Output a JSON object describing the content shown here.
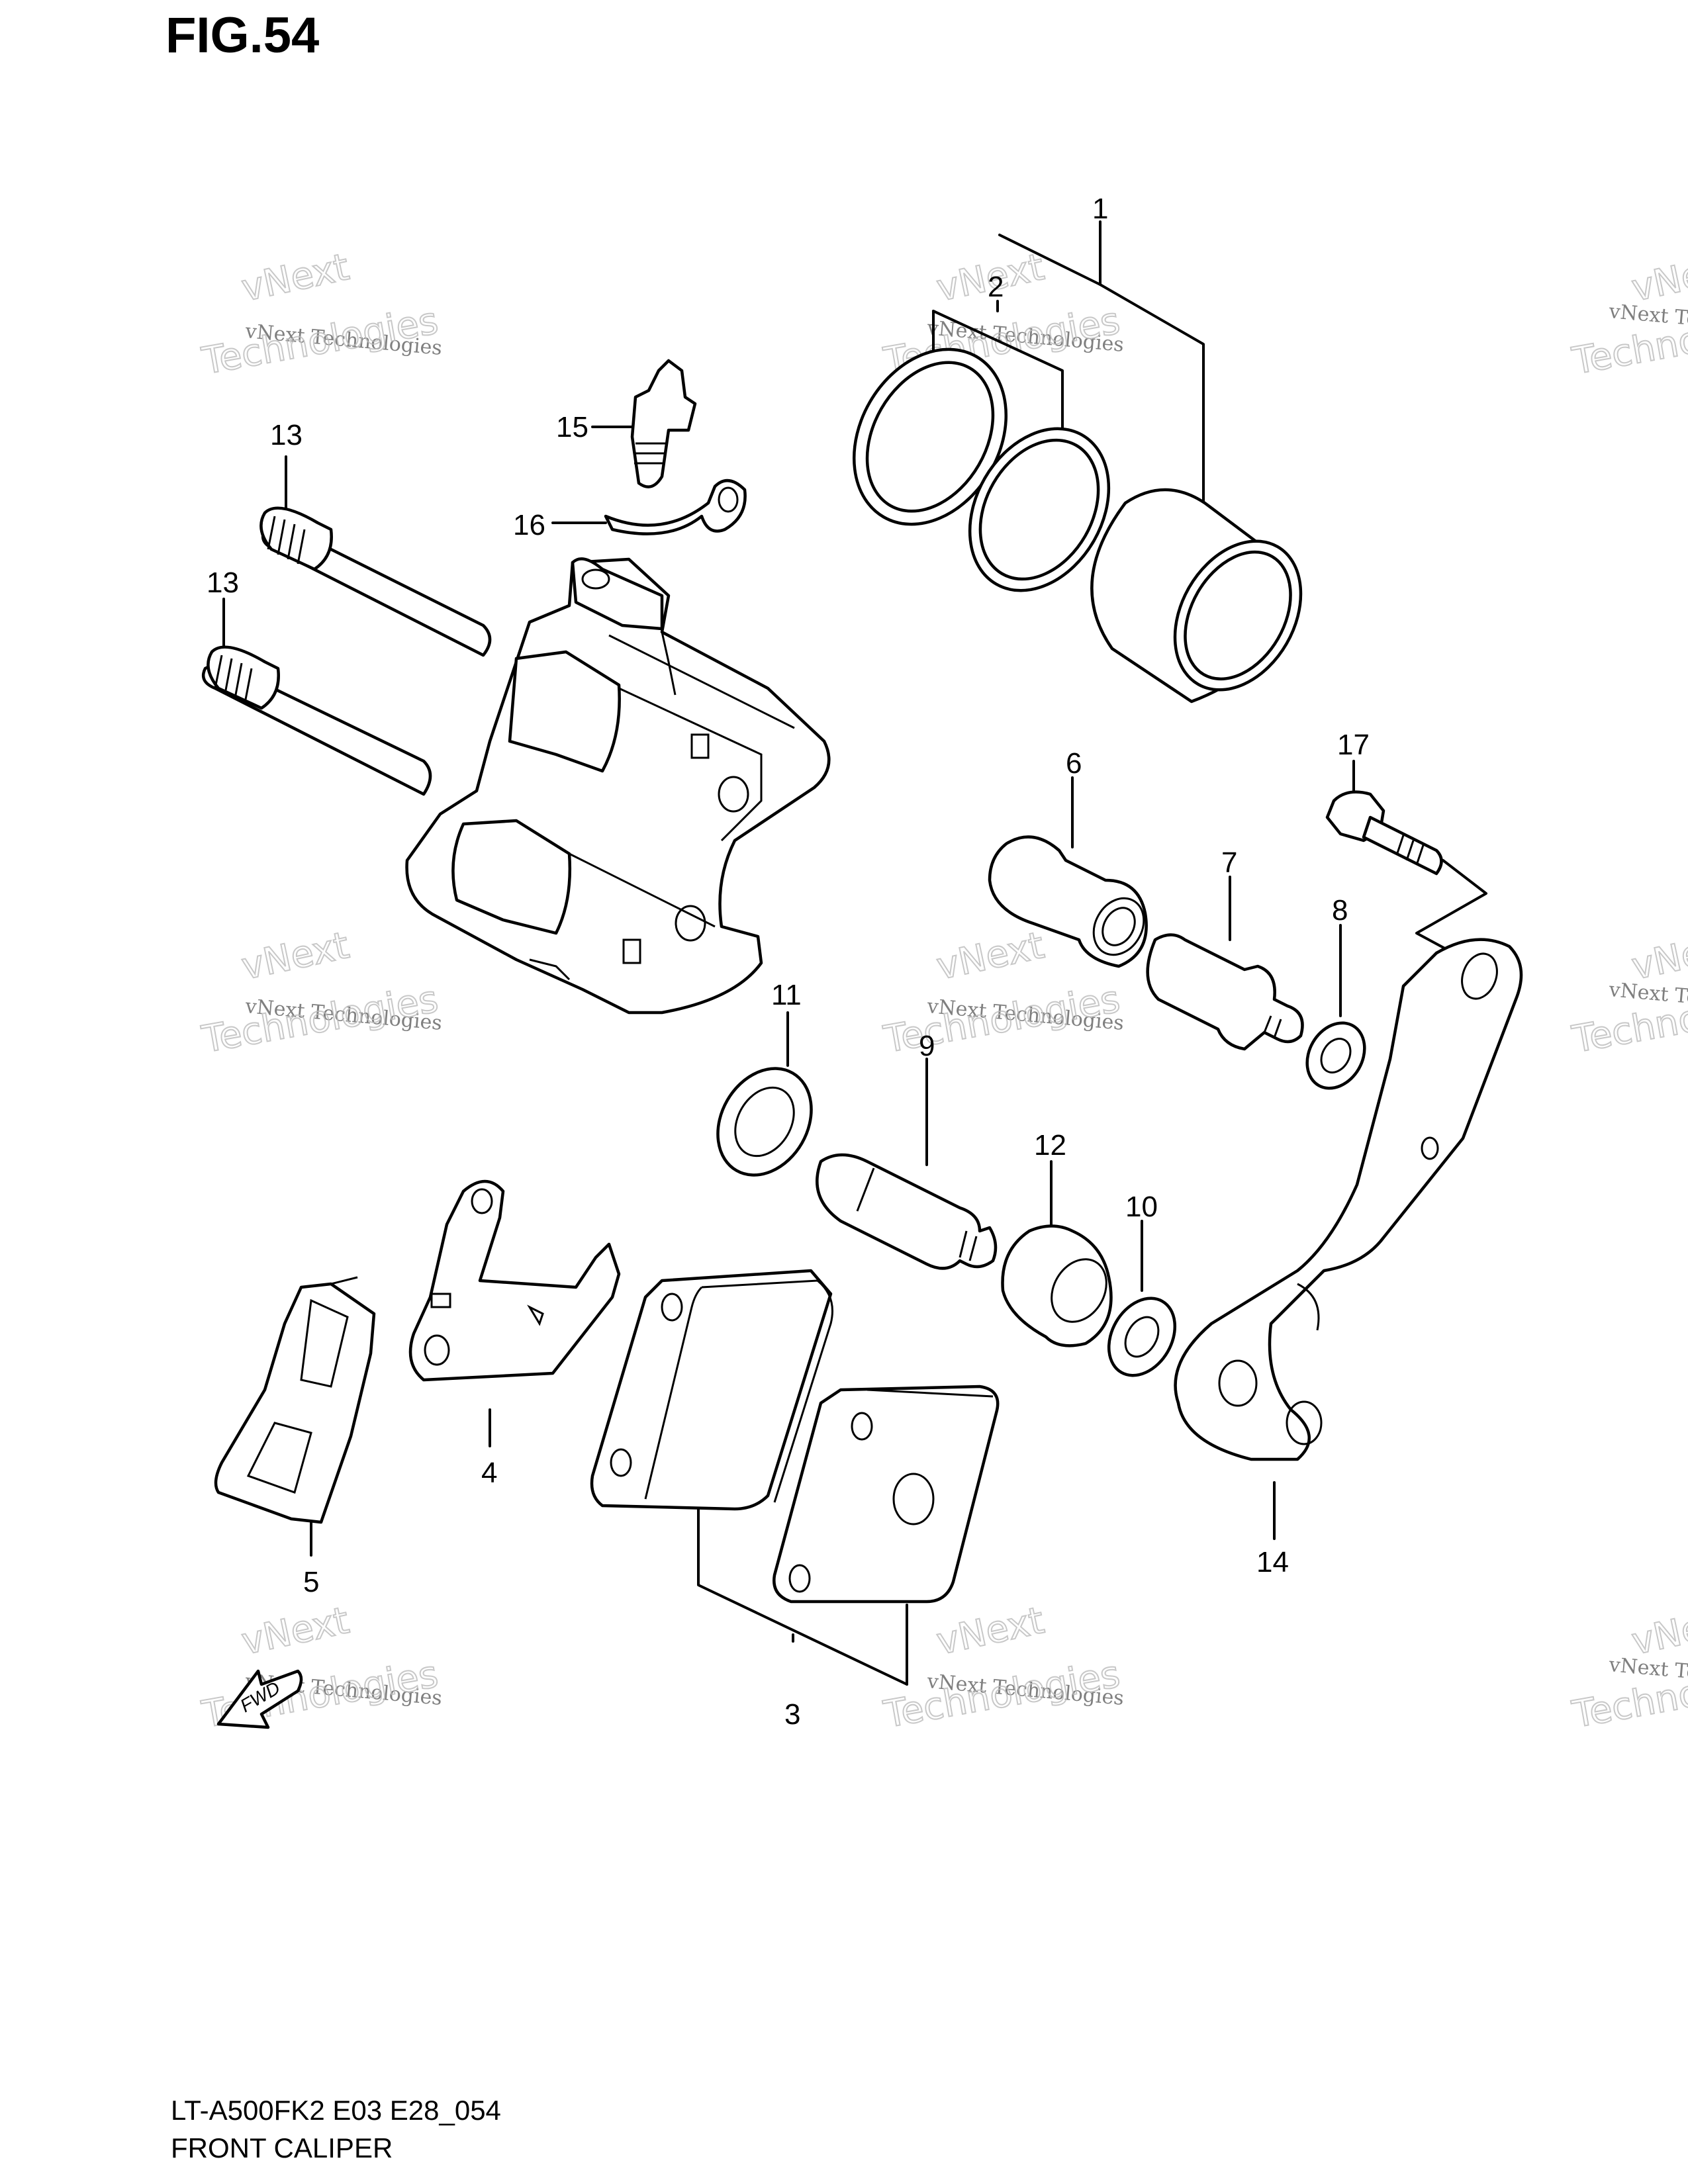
{
  "figure": {
    "title": "FIG.54"
  },
  "footer": {
    "model_code": "LT-A500FK2 E03 E28_054",
    "diagram_title": "FRONT CALIPER"
  },
  "watermark": {
    "line1": "vNext Technologies",
    "line2": "Technologies",
    "brand": "vNext"
  },
  "fwd_arrow": {
    "text": "FWD"
  },
  "callouts": {
    "c1": "1",
    "c2": "2",
    "c3": "3",
    "c4": "4",
    "c5": "5",
    "c6": "6",
    "c7": "7",
    "c8": "8",
    "c9": "9",
    "c10": "10",
    "c11": "11",
    "c12": "12",
    "c13a": "13",
    "c13b": "13",
    "c14": "14",
    "c15": "15",
    "c16": "16",
    "c17": "17"
  }
}
